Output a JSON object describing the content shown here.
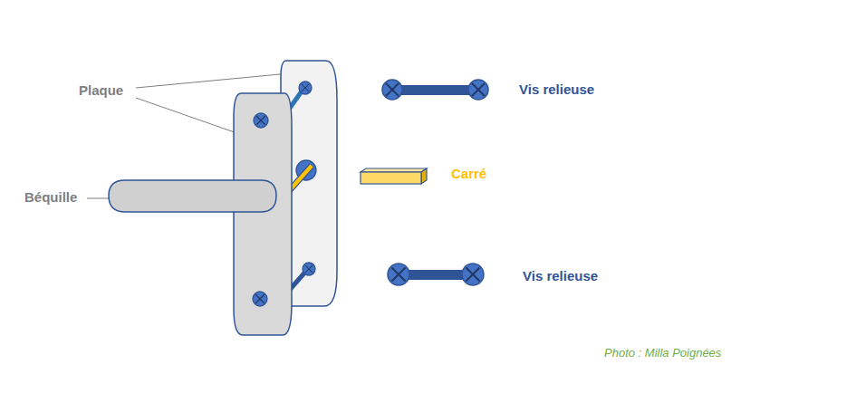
{
  "diagram": {
    "labels": [
      "Plaque",
      "Béquille",
      "Vis relieuse",
      "Carré",
      "Vis relieuse",
      "Photo : Milla Poignées"
    ]
  }
}
